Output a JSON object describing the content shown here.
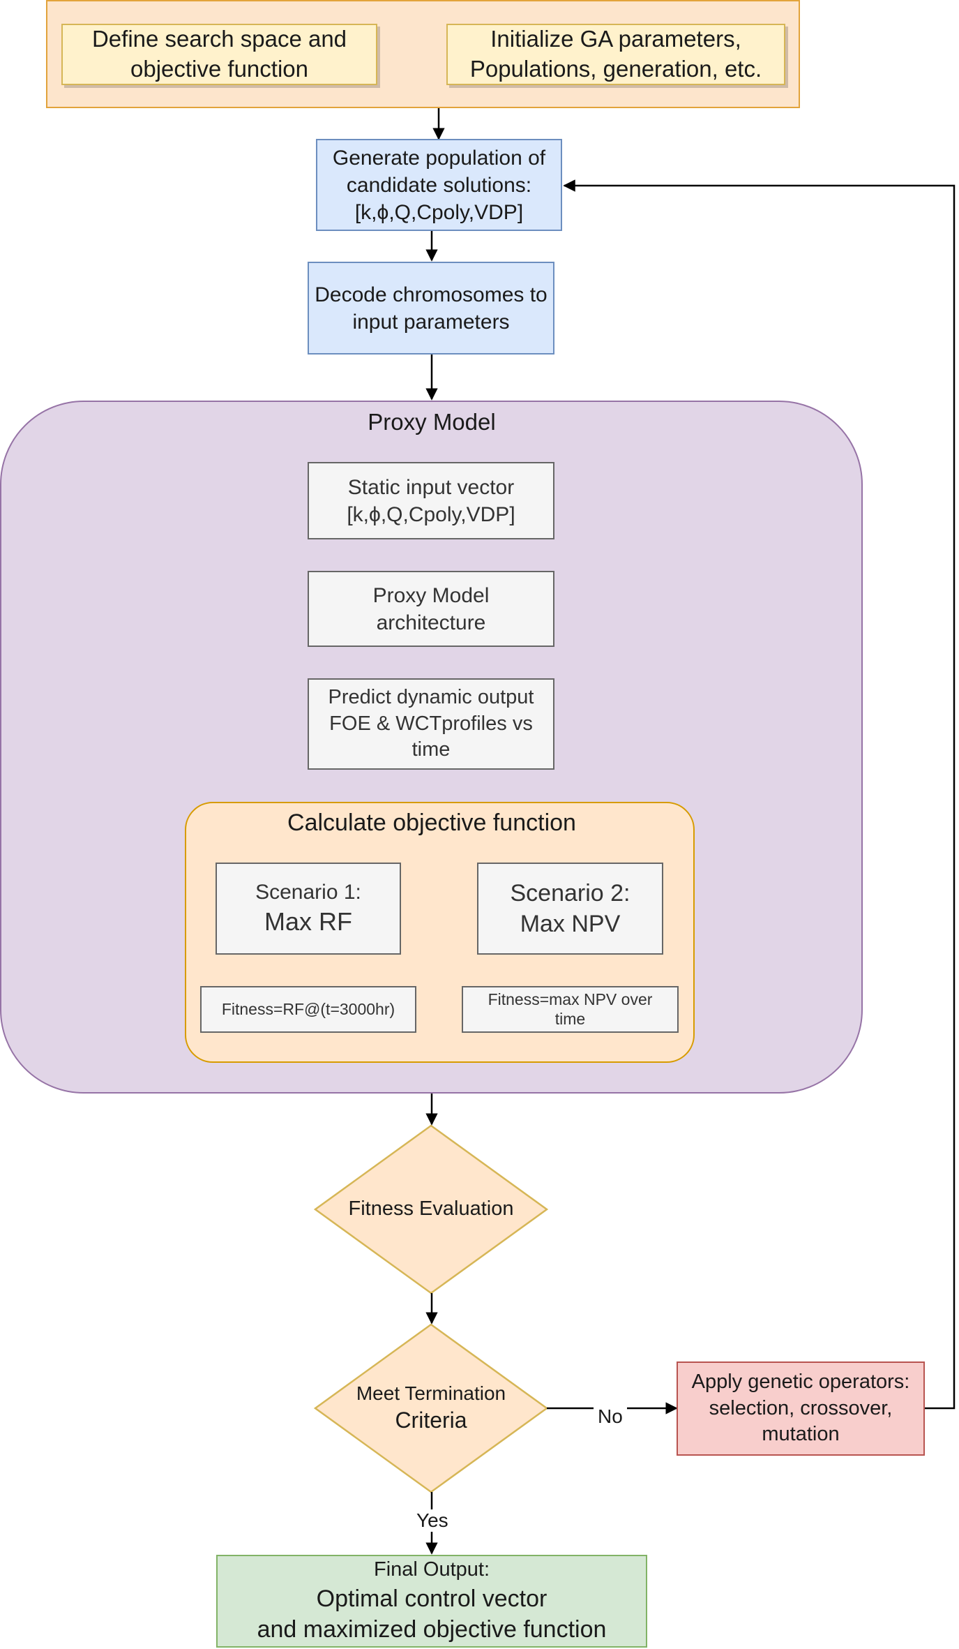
{
  "nodes": {
    "define_search": [
      "Define search space and",
      "objective function"
    ],
    "init_ga": [
      "Initialize GA parameters,",
      "Populations, generation, etc."
    ],
    "generate_population": [
      "Generate population of",
      "candidate solutions:",
      "[k,ϕ,Q,Cpoly,VDP]"
    ],
    "decode": [
      "Decode chromosomes to",
      "input parameters"
    ],
    "proxy_model_title": "Proxy Model",
    "static_input": [
      "Static input vector",
      "[k,ϕ,Q,Cpoly,VDP]"
    ],
    "proxy_arch": [
      "Proxy Model",
      "architecture"
    ],
    "predict": [
      "Predict dynamic output",
      "FOE & WCTprofiles vs",
      "time"
    ],
    "calc_objective_title": "Calculate objective function",
    "scenario1": [
      "Scenario 1:",
      "Max RF"
    ],
    "scenario2": [
      "Scenario 2:",
      "Max NPV"
    ],
    "fitness_rf": "Fitness=RF@(t=3000hr)",
    "fitness_npv": [
      "Fitness=max NPV over",
      "time"
    ],
    "fitness_eval": "Fitness Evaluation",
    "termination": [
      "Meet Termination",
      "Criteria"
    ],
    "genetic_ops": [
      "Apply genetic operators:",
      "selection, crossover,",
      "mutation"
    ],
    "final_output": [
      "Final Output:",
      "Optimal control vector",
      "and maximized objective function"
    ]
  },
  "edge_labels": {
    "no": "No",
    "yes": "Yes"
  },
  "colors": {
    "stroke": "#000000",
    "diamond_fill": "#ffe6cc",
    "diamond_stroke": "#d6b656"
  }
}
